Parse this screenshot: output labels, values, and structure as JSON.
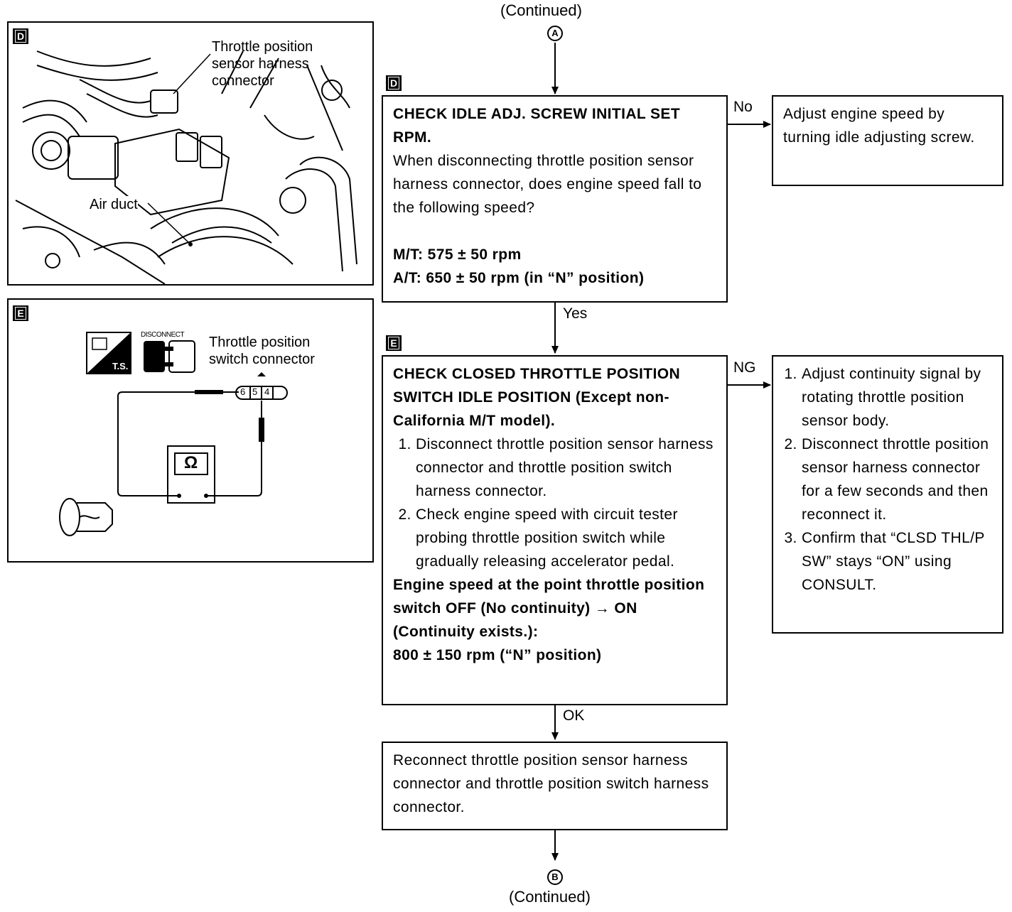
{
  "top": {
    "continued": "(Continued)",
    "marker": "A"
  },
  "bottom": {
    "continued": "(Continued)",
    "marker": "B"
  },
  "panel_d": {
    "tag": "D",
    "callout": [
      "Throttle position",
      "sensor harness",
      "connector"
    ],
    "air_duct": "Air duct"
  },
  "panel_e": {
    "tag": "E",
    "ts_label": "T.S.",
    "disconnect": "DISCONNECT",
    "connector_label": [
      "Throttle position",
      "switch connector"
    ],
    "terminals": [
      "6",
      "5",
      "4"
    ],
    "meter_symbol": "Ω"
  },
  "step_d": {
    "tag": "D",
    "title": "CHECK IDLE ADJ. SCREW INITIAL SET RPM.",
    "question": "When disconnecting throttle position sensor harness connector, does engine speed fall to the following speed?",
    "spec_mt": "M/T: 575 ± 50 rpm",
    "spec_at": "A/T: 650 ± 50 rpm (in “N” position)",
    "no_label": "No",
    "no_action": "Adjust engine speed by turning idle adjusting screw.",
    "yes_label": "Yes"
  },
  "step_e": {
    "tag": "E",
    "title": "CHECK CLOSED THROTTLE POSITION SWITCH IDLE POSITION (Except non-California M/T model).",
    "steps": [
      "Disconnect throttle position sensor harness connector and throttle position switch harness connector.",
      "Check engine speed with circuit tester probing throttle position switch while gradually releasing accelerator pedal."
    ],
    "spec_title": "Engine speed at the point throttle position switch OFF (No continuity) → ON (Continuity exists.):",
    "spec_value": "800 ± 150 rpm (“N” position)",
    "ng_label": "NG",
    "ng_actions": [
      "Adjust continuity signal by rotating throttle position sensor body.",
      "Disconnect throttle position sensor harness connector for a few seconds and then reconnect it.",
      "Confirm that “CLSD THL/P SW” stays “ON” using CONSULT."
    ],
    "ok_label": "OK"
  },
  "final_step": "Reconnect throttle position sensor harness connector and throttle position switch harness connector."
}
